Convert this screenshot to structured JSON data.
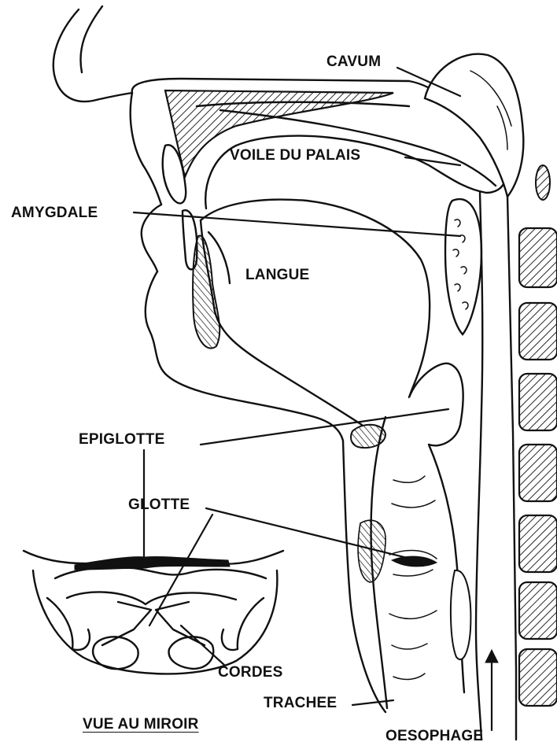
{
  "labels": {
    "cavum": "CAVUM",
    "voile": "VOILE DU PALAIS",
    "amygdale": "AMYGDALE",
    "langue": "LANGUE",
    "epiglotte": "EPIGLOTTE",
    "glotte": "GLOTTE",
    "cordes": "CORDES",
    "trachee": "TRACHEE",
    "oesophage": "OESOPHAGE",
    "vue": "VUE AU MIROIR"
  },
  "colors": {
    "ink": "#111111",
    "background": "#ffffff"
  }
}
